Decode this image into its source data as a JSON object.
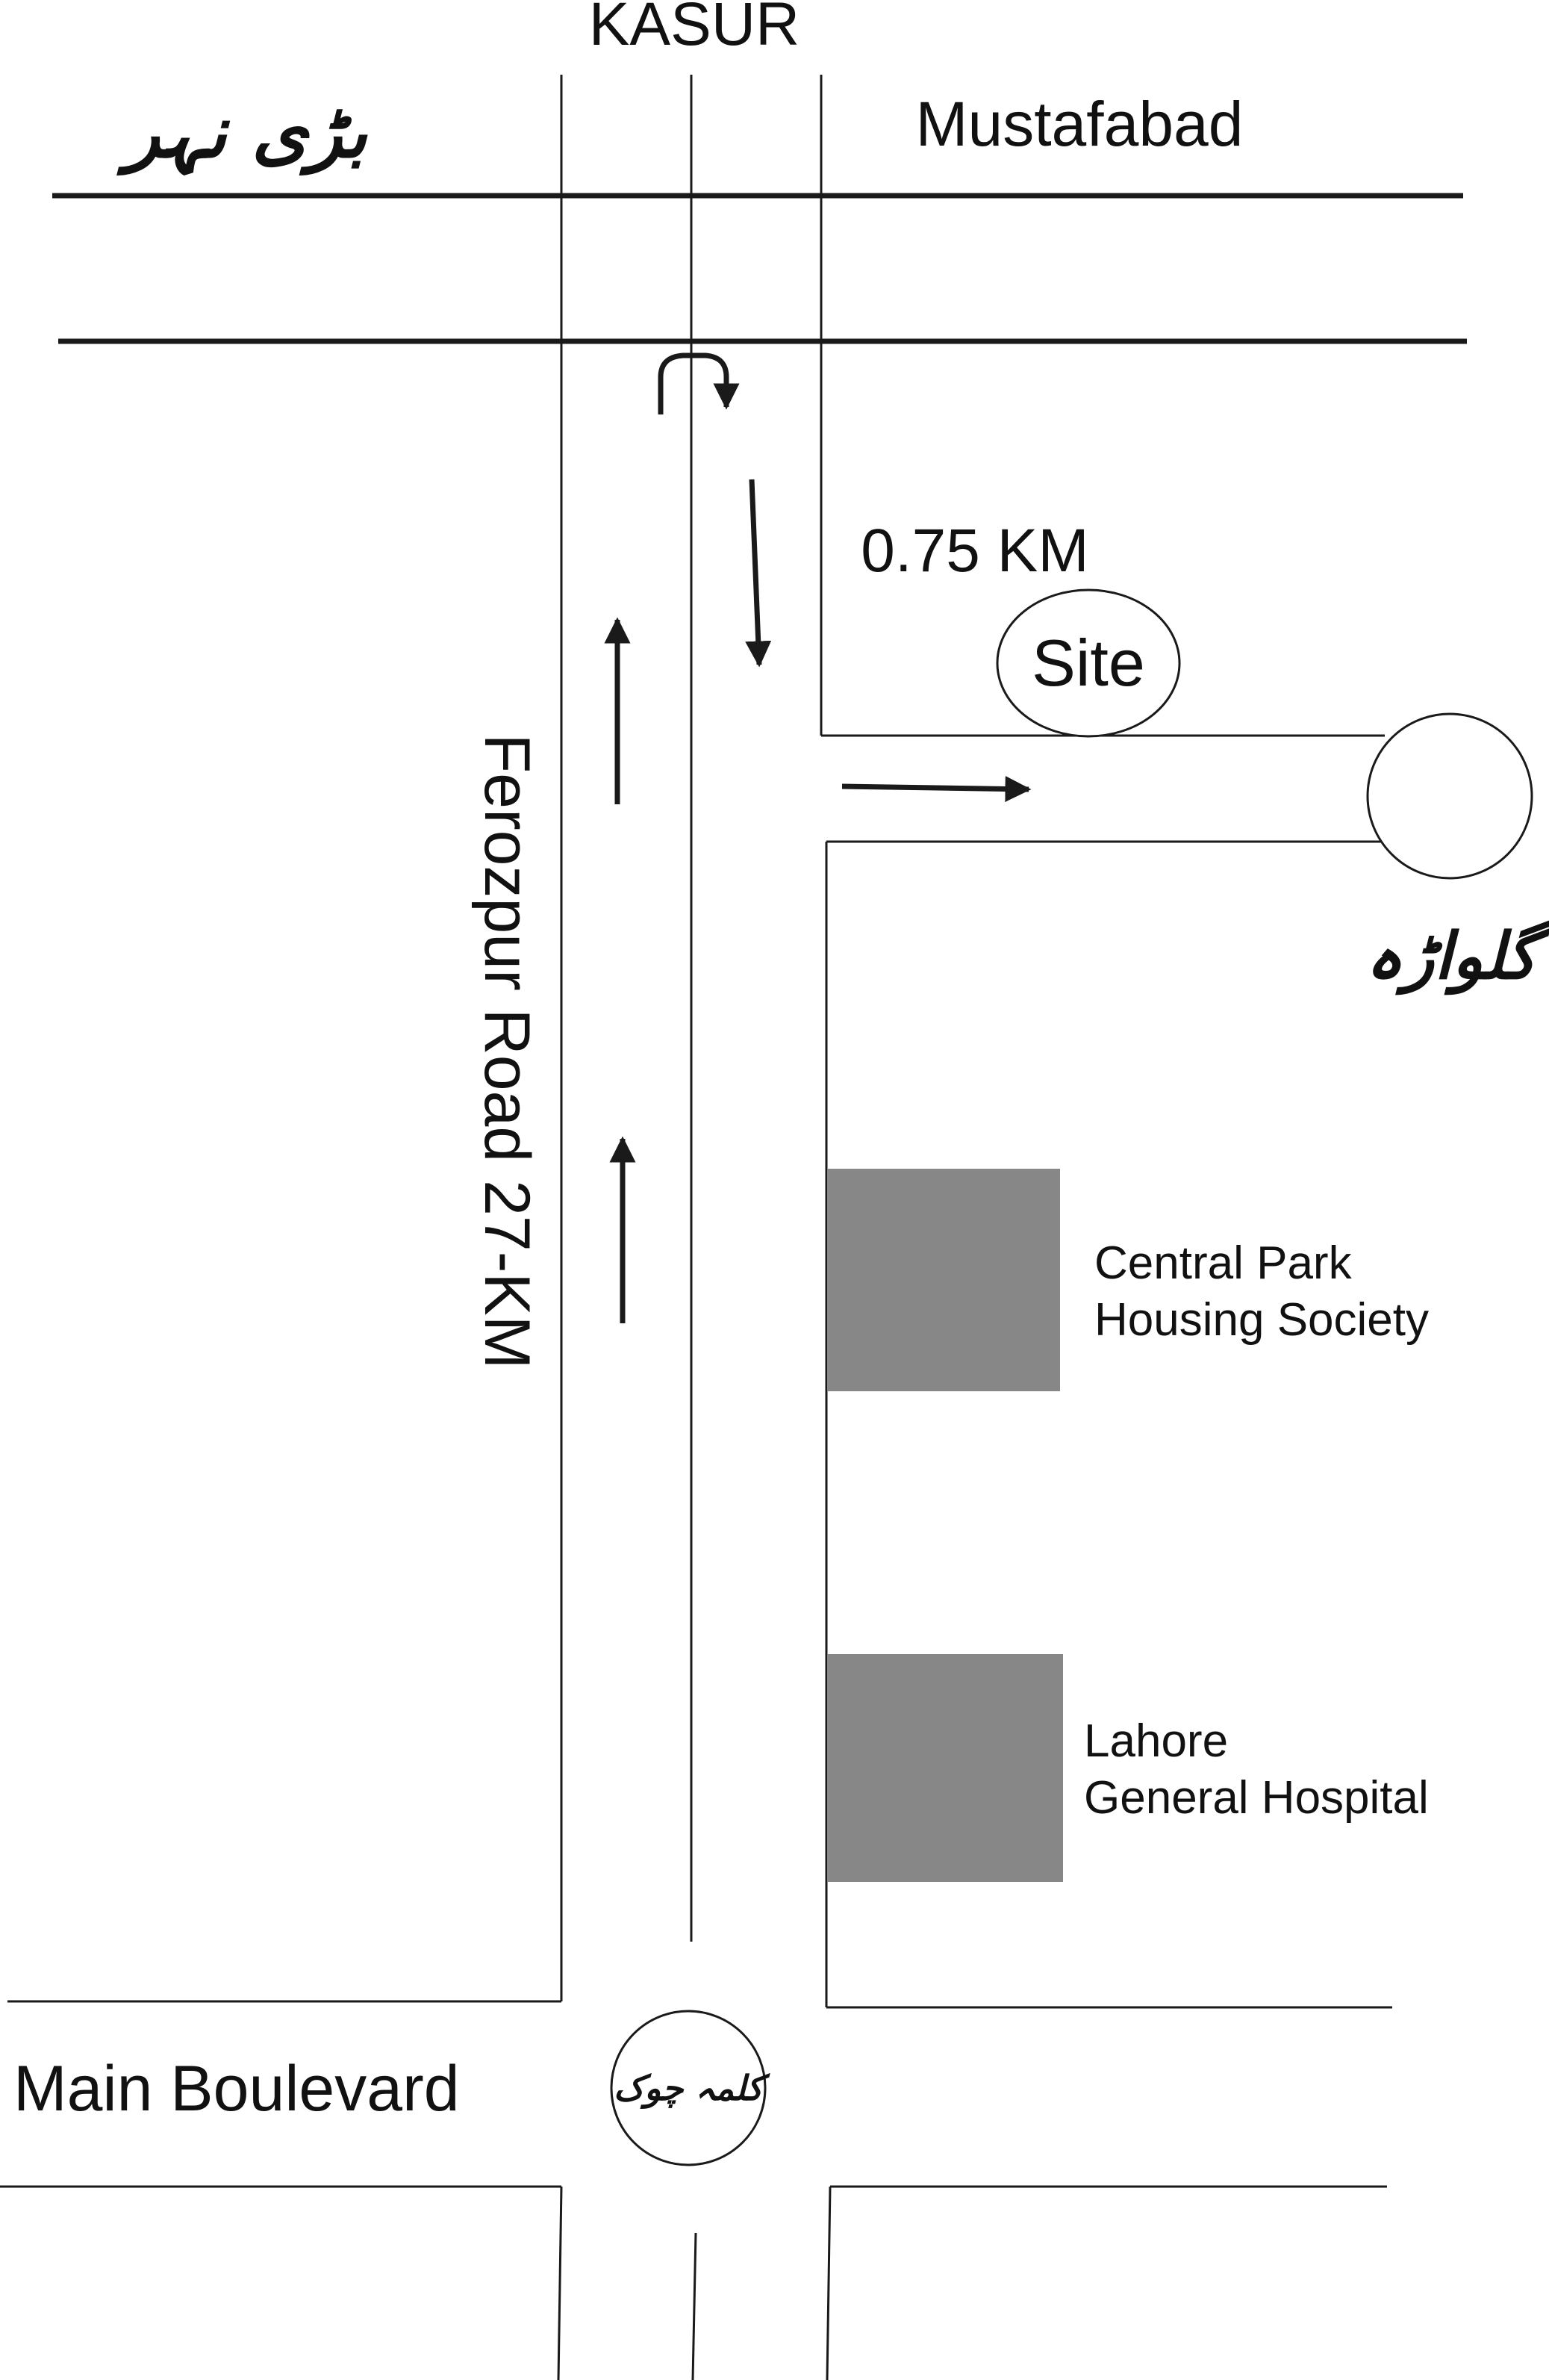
{
  "labels": {
    "kasur": "KASUR",
    "mustafabad": "Mustafabad",
    "canal_urdu": "بڑی نہر",
    "distance": "0.75 KM",
    "site": "Site",
    "road_name": "Ferozpur Road 27-KM",
    "glowara_urdu": "گلواڑہ",
    "central_park": "Central Park",
    "housing_society": "Housing Society",
    "lahore": "Lahore",
    "general_hospital": "General Hospital",
    "main_boulevard": "Main Boulevard",
    "kalma_chowk_urdu": "کلمہ چوک"
  },
  "colors": {
    "line": "#1a1a1a",
    "building": "#878787",
    "background": "#ffffff"
  }
}
